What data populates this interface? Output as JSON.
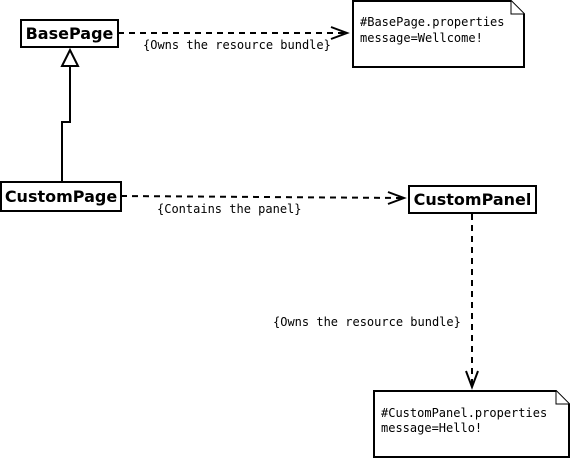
{
  "classes": {
    "base_page": "BasePage",
    "custom_page": "CustomPage",
    "custom_panel": "CustomPanel"
  },
  "relations": {
    "base_owns_label": "{Owns the resource bundle}",
    "contains_label": "{Contains the panel}",
    "panel_owns_label": "{Owns the resource bundle}"
  },
  "notes": {
    "base_props": {
      "line1": "#BasePage.properties",
      "line2": "message=Wellcome!"
    },
    "panel_props": {
      "line1": "#CustomPanel.properties",
      "line2": "message=Hello!"
    }
  }
}
